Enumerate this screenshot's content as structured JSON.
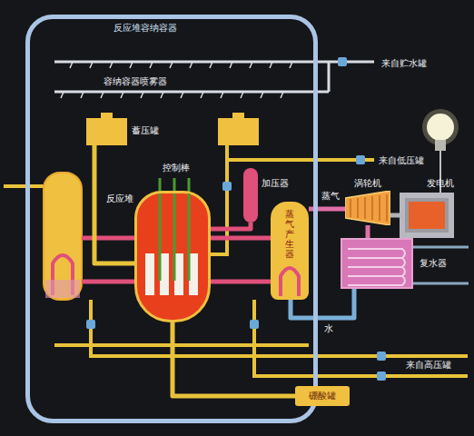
{
  "diagram": {
    "nodes": [
      {
        "text": [
          "反应堆容纳容器"
        ]
      },
      {
        "text": [
          "蓄压罐"
        ],
        "in": 0
      },
      {
        "text": [
          "反应堆"
        ],
        "in": 0
      },
      {
        "text": [
          "加压器"
        ],
        "in": 0
      },
      {
        "text": [
          "蒸气产生器"
        ],
        "in": 0
      },
      {
        "text": [
          "涡轮机"
        ]
      },
      {
        "text": [
          "发电机"
        ]
      },
      {
        "text": [
          "复水器"
        ]
      },
      {
        "text": [
          "硼酸罐"
        ]
      }
    ],
    "edges": [
      {
        "from": 4,
        "to": 5,
        "label": "蒸气",
        "arrow": "none"
      },
      {
        "from": 5,
        "to": 6,
        "arrow": "none"
      },
      {
        "from": 5,
        "to": 7,
        "arrow": "none"
      },
      {
        "from": 7,
        "to": 4,
        "label": "水",
        "arrow": "none"
      },
      {
        "from": 2,
        "to": 4,
        "arrow": "none"
      },
      {
        "from": 4,
        "to": 2,
        "arrow": "none"
      },
      {
        "from": 3,
        "to": 2,
        "arrow": "none"
      },
      {
        "from": 1,
        "to": 2,
        "arrow": "none"
      },
      {
        "from": 8,
        "to": 2,
        "arrow": "none"
      }
    ],
    "labels": [
      "控制棒",
      "来自贮水罐",
      "容纳容器喷雾器",
      "来自低压罐",
      "来自高压罐"
    ]
  }
}
